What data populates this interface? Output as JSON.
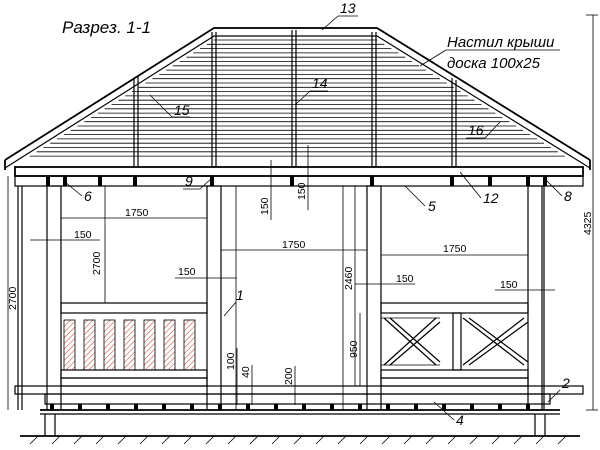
{
  "title": "Разрез. 1-1",
  "roof_note": {
    "line1": "Настил крыши",
    "line2": "доска 100x25"
  },
  "callouts": [
    "1",
    "2",
    "4",
    "5",
    "6",
    "8",
    "9",
    "12",
    "13",
    "14",
    "15",
    "16"
  ],
  "dimensions": {
    "span_left": "1750",
    "span_middle": "1750",
    "span_right": "1750",
    "post_left": "150",
    "post_mid_left": "150",
    "post_mid_right": "150",
    "post_right": "150",
    "beam_150_a": "150",
    "beam_150_b": "150",
    "total_height": "2700",
    "post_height": "2700",
    "opening_height": "2460",
    "rail_height": "950",
    "rail_top": "100",
    "sill": "40",
    "floor": "200",
    "overall_height": "4325"
  },
  "colors": {
    "line": "#000000",
    "hatch": "#c0392b"
  }
}
